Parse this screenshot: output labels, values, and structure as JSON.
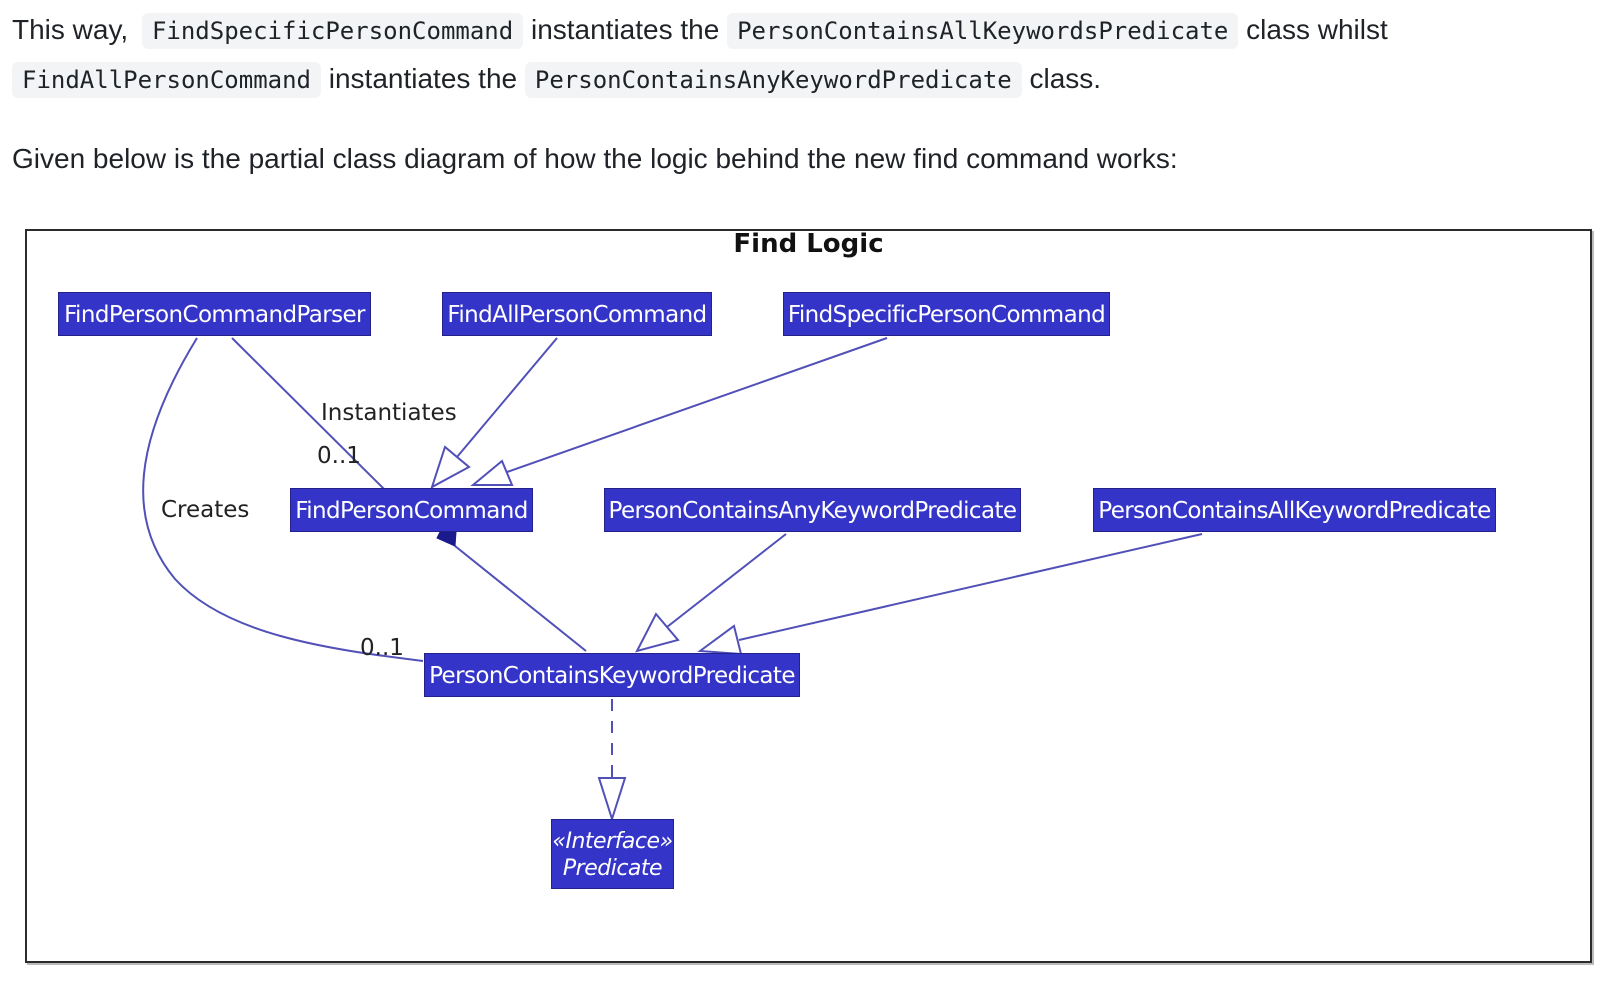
{
  "paragraph1": {
    "lead": "This way,",
    "code1": "FindSpecificPersonCommand",
    "mid1": "instantiates the",
    "code2": "PersonContainsAllKeywordsPredicate",
    "mid2": "class whilst",
    "code3": "FindAllPersonCommand",
    "mid3": "instantiates the",
    "code4": "PersonContainsAnyKeywordPredicate",
    "tail": "class."
  },
  "paragraph2": {
    "text": "Given below is the partial class diagram of how the logic behind the new find command works:"
  },
  "diagram": {
    "title": "Find Logic",
    "classes": {
      "parser": "FindPersonCommandParser",
      "find_all": "FindAllPersonCommand",
      "find_specific": "FindSpecificPersonCommand",
      "find_person": "FindPersonCommand",
      "any_predicate": "PersonContainsAnyKeywordPredicate",
      "all_predicate": "PersonContainsAllKeywordPredicate",
      "keyword_predicate": "PersonContainsKeywordPredicate"
    },
    "interface": {
      "stereotype": "«Interface»",
      "name": "Predicate"
    },
    "labels": {
      "instantiates": "Instantiates",
      "creates": "Creates",
      "mult_instantiates": "0..1",
      "mult_creates": "0..1"
    },
    "colors": {
      "class_fill": "#3434c8",
      "line": "#5050b8",
      "diamond": "#1a1a8c"
    }
  }
}
